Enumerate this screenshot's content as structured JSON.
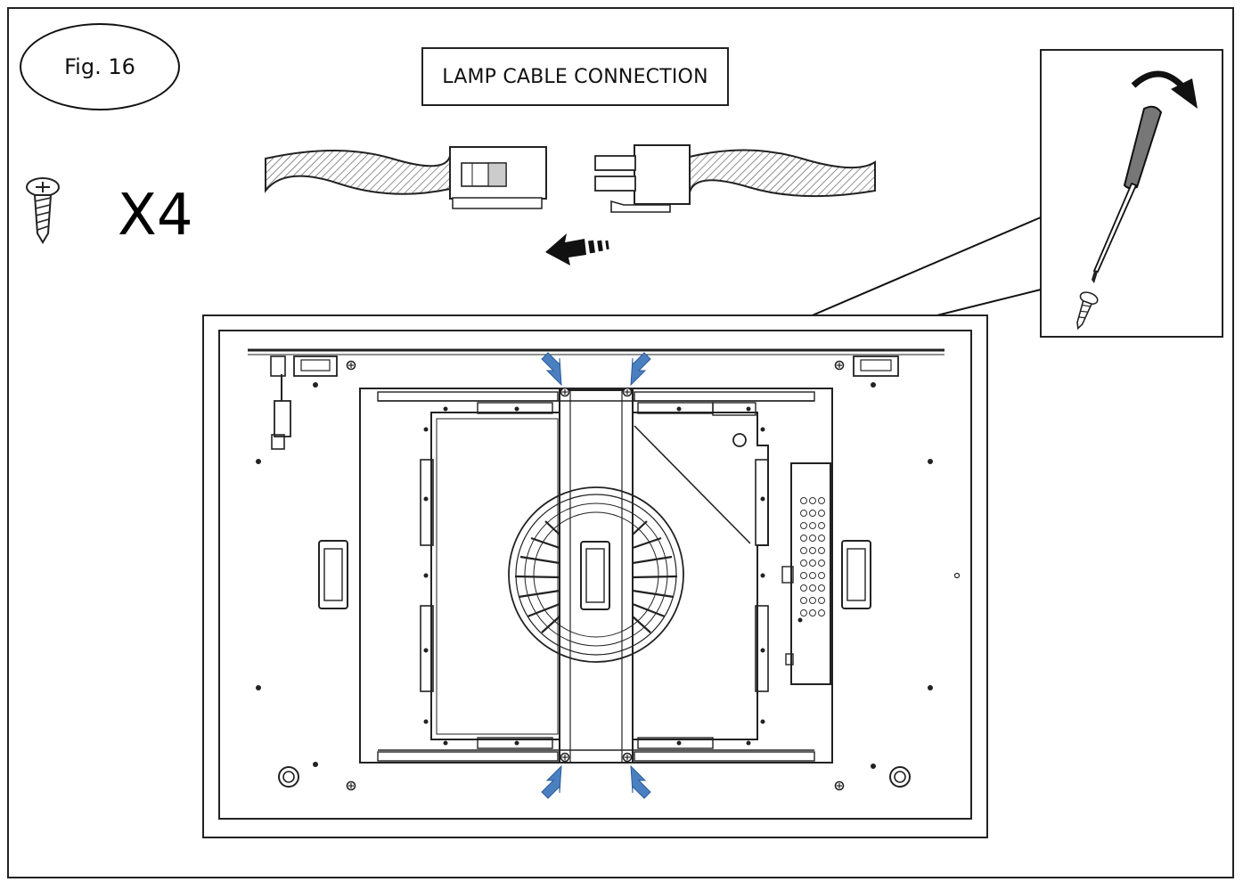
{
  "figure": {
    "label": "Fig. 16",
    "title": "LAMP CABLE CONNECTION",
    "screw_quantity": "X4"
  },
  "icons": {
    "screw": "screw-icon",
    "screwdriver": "screwdriver-icon",
    "connect_arrow": "arrow-left-icon",
    "rotate_arrow": "rotate-clockwise-arrow-icon"
  },
  "colors": {
    "callout_arrow": "#4a7fc0",
    "line": "#222222"
  }
}
